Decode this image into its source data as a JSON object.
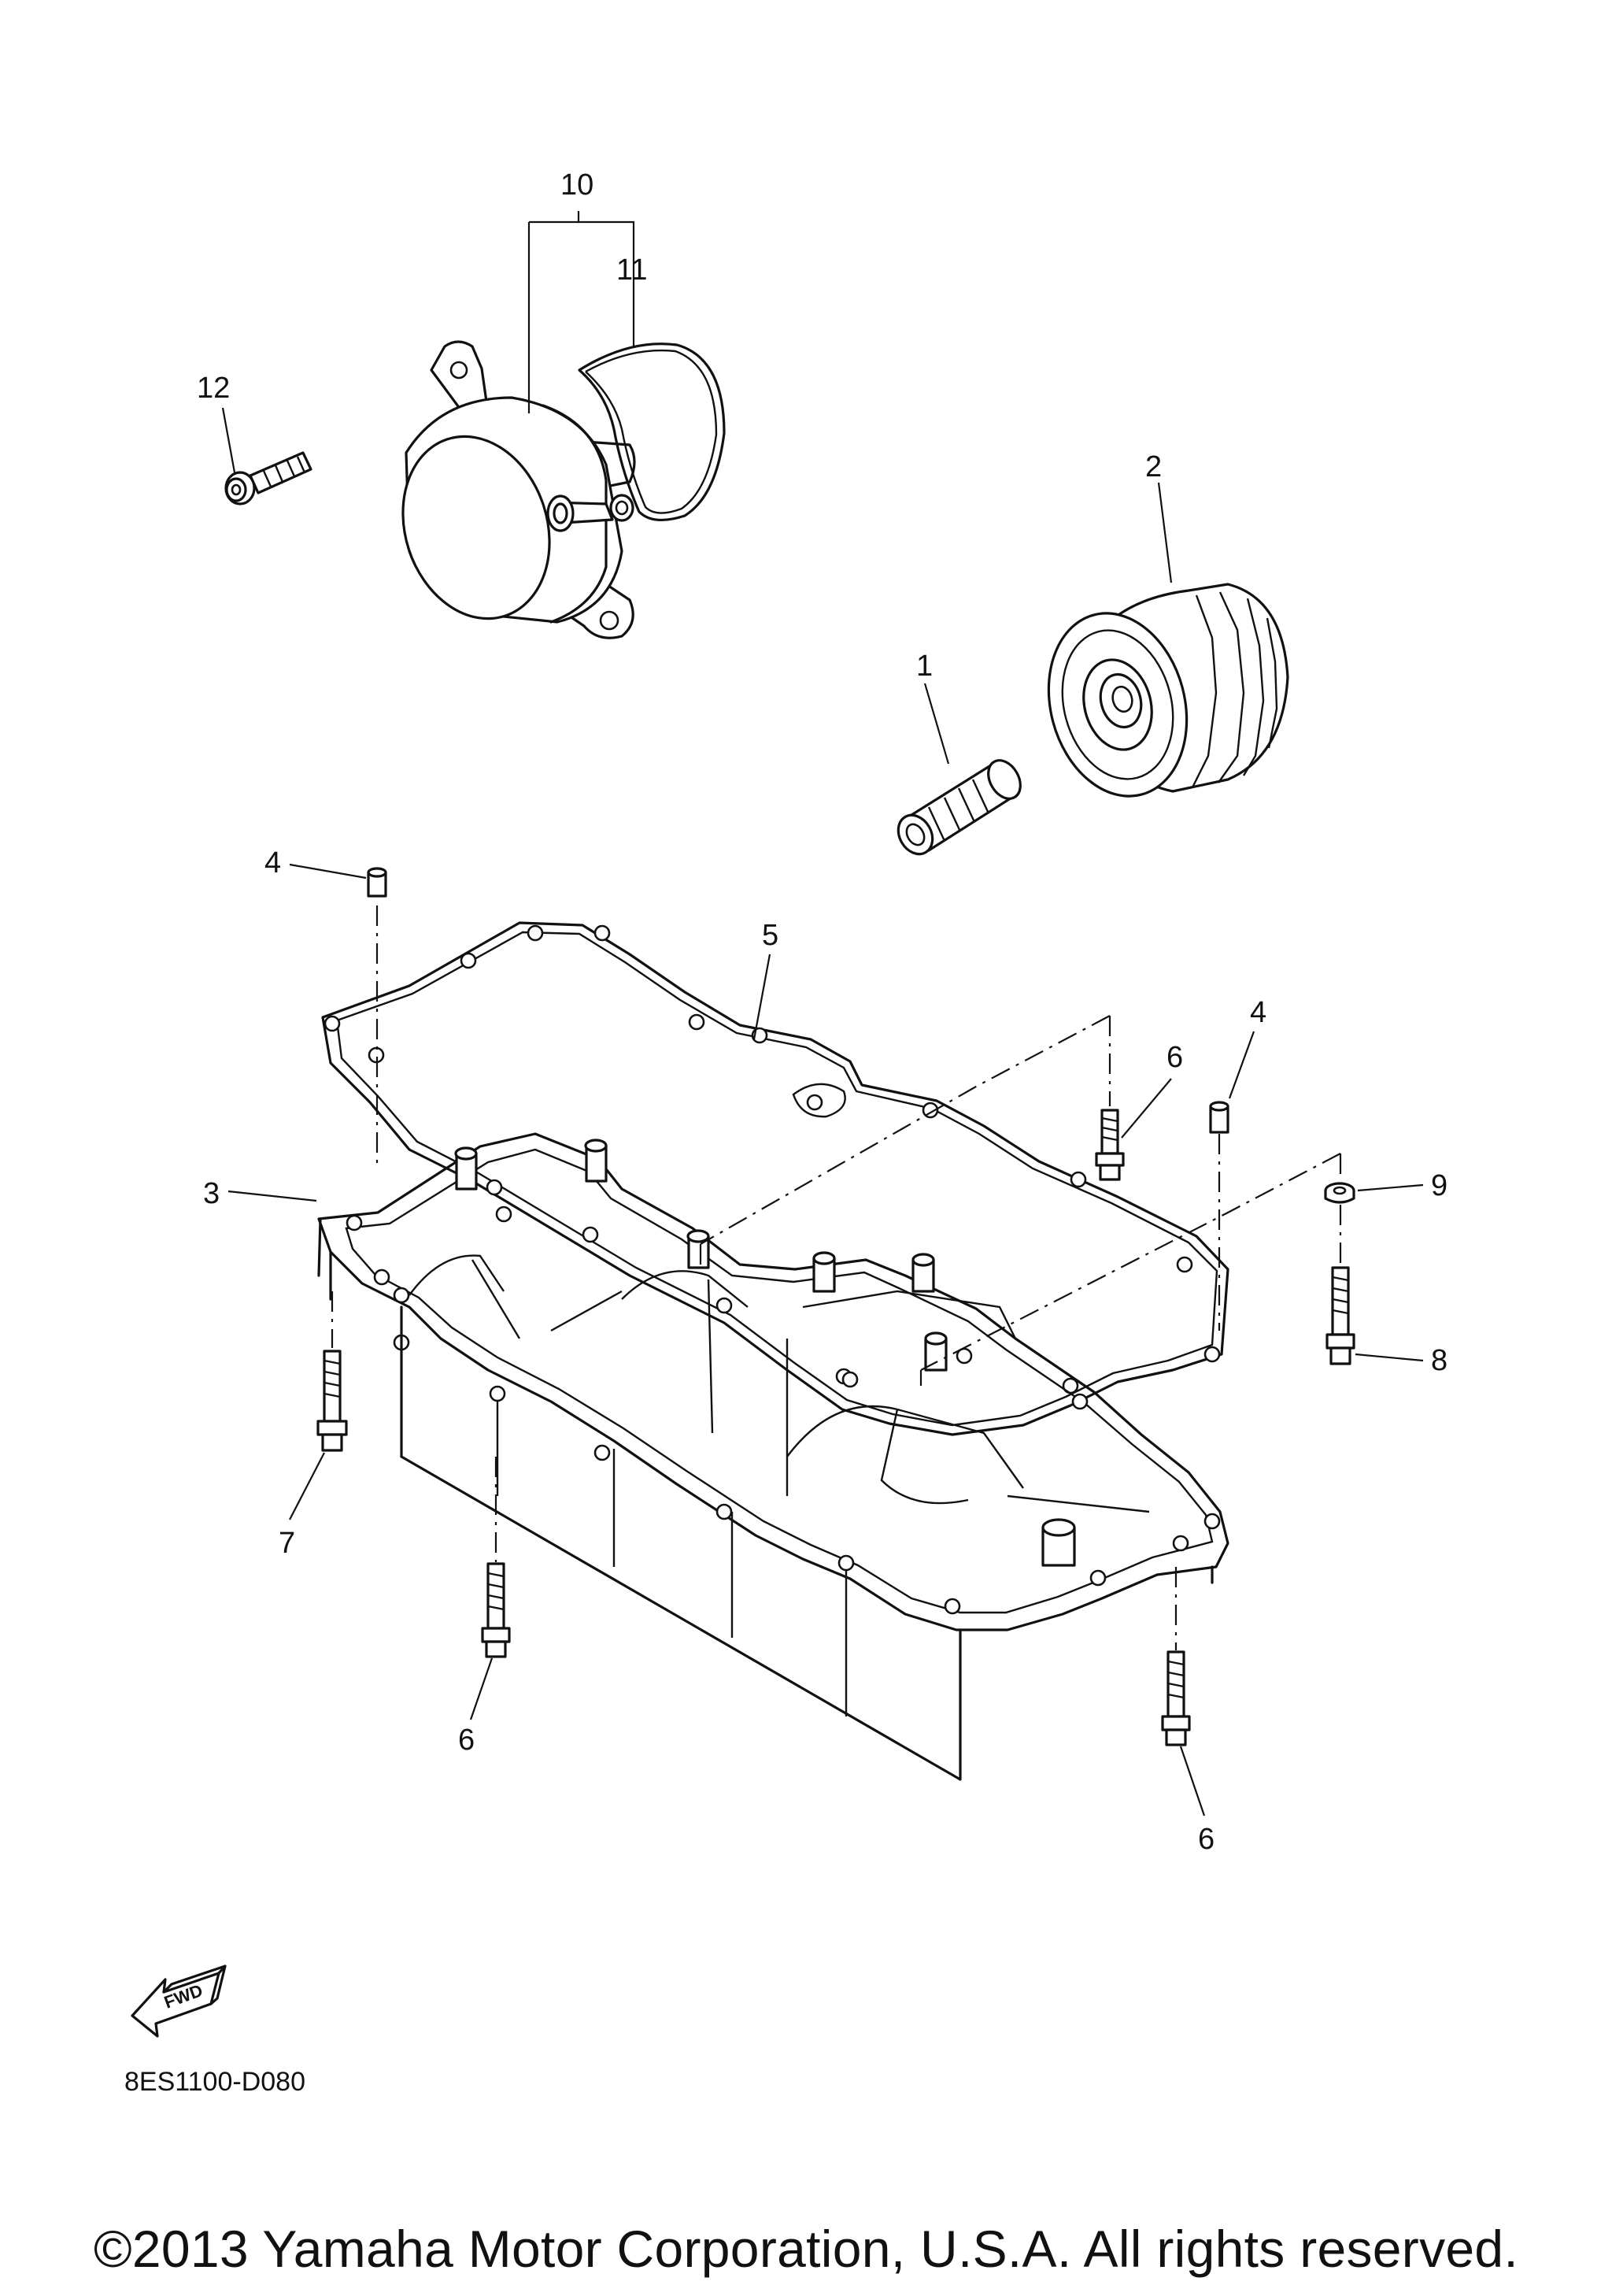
{
  "callouts": {
    "c1": "1",
    "c2": "2",
    "c3": "3",
    "c4a": "4",
    "c4b": "4",
    "c5": "5",
    "c6a": "6",
    "c6b": "6",
    "c6c": "6",
    "c7": "7",
    "c8": "8",
    "c9": "9",
    "c10": "10",
    "c11": "11",
    "c12": "12"
  },
  "fwd_label": "FWD",
  "diagram_code": "8ES1100-D080",
  "copyright": "©2013 Yamaha Motor Corporation, U.S.A. All rights reserved."
}
